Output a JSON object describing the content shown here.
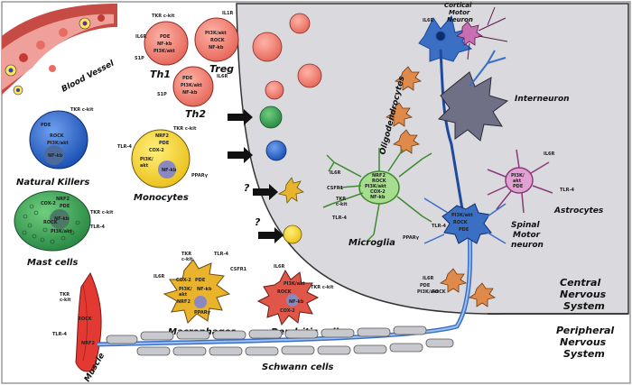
{
  "labels": {
    "blood_vessel": "Blood Vessel",
    "th1": "Th1",
    "treg": "Treg",
    "th2": "Th2",
    "natural_killers": "Natural Killers",
    "monocytes": "Monocytes",
    "mast_cells": "Mast cells",
    "macrophages": "Macrophages",
    "dendritic_cells": "Dendritic cells",
    "schwann_cells": "Schwann cells",
    "muscle": "Muscle",
    "microglia": "Microglia",
    "oligodendrocytes": "Oligodendrocytes",
    "cortical_motor_neuron": [
      "Cortical",
      "Motor",
      "Neuron"
    ],
    "interneuron": "Interneuron",
    "astrocytes": "Astrocytes",
    "spinal_motor_neuron": [
      "Spinal",
      "Motor",
      "neuron"
    ],
    "central_nervous_system": [
      "Central",
      "Nervous",
      "System"
    ],
    "peripheral_nervous_system": [
      "Peripheral",
      "Nervous",
      "System"
    ],
    "question_mark": "?"
  },
  "markers": {
    "tkr": "TKR c-kit",
    "tkr_short": "TKR",
    "ckit": "c-kit",
    "il6r": "IL6R",
    "il1r": "IL1R",
    "s1p": "S1P",
    "rock": "ROCK",
    "pde": "PDE",
    "nfkb": "NF-kb",
    "pi3k": "PI3K/akt",
    "tlr4": "TLR-4",
    "nrf2": "NRF2",
    "cox2": "COX-2",
    "ppar": "PPARγ",
    "csf1r": "CSFR1",
    "pi3k_split": "PI3K/",
    "akt": "akt"
  },
  "colors": {
    "cns_bg": "#d9d9de",
    "vessel": "#e07a72",
    "th": "#f08a7a",
    "nk": "#2f6bd1",
    "monocyte": "#f6d43a",
    "mast": "#3ea056",
    "macrophage": "#e9b42c",
    "dendritic": "#e0574a",
    "neuron": "#3a6fc4",
    "astrocyte": "#c86fb2",
    "microglia": "#7cc46a",
    "oligo": "#e08a4a",
    "muscle": "#e23a32"
  }
}
